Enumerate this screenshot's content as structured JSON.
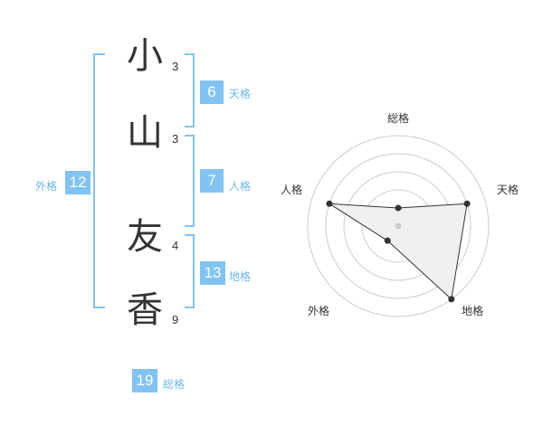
{
  "name": {
    "chars": [
      {
        "char": "小",
        "strokes": "3"
      },
      {
        "char": "山",
        "strokes": "3"
      },
      {
        "char": "友",
        "strokes": "4"
      },
      {
        "char": "香",
        "strokes": "9"
      }
    ]
  },
  "kakusu": {
    "tenkaku": {
      "value": "6",
      "label": "天格"
    },
    "jinkaku": {
      "value": "7",
      "label": "人格"
    },
    "chikaku": {
      "value": "13",
      "label": "地格"
    },
    "gaikaku": {
      "value": "12",
      "label": "外格"
    },
    "soukaku": {
      "value": "19",
      "label": "総格"
    }
  },
  "radar": {
    "axes": [
      "総格",
      "天格",
      "地格",
      "外格",
      "人格"
    ],
    "values": [
      0.2,
      0.8,
      1.0,
      0.2,
      0.8
    ],
    "colors": {
      "fill": "#f0f0f0",
      "line": "#333333",
      "grid": "#cccccc",
      "center": "#cccccc"
    }
  },
  "colors": {
    "accent": "#81c3f3",
    "label": "#6fb7ec"
  }
}
